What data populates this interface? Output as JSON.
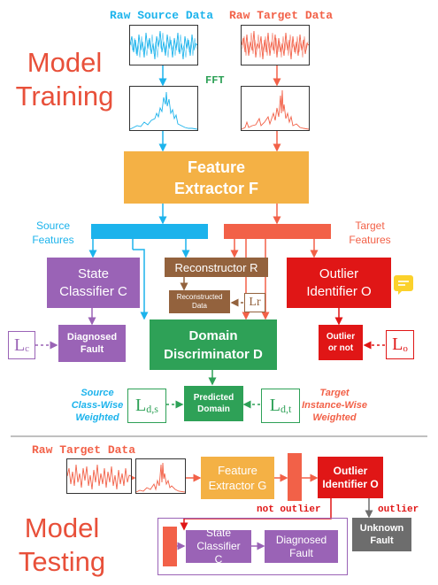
{
  "training": {
    "title_line1": "Model",
    "title_line2": "Training",
    "raw_source_label": "Raw Source Data",
    "raw_target_label": "Raw Target Data",
    "fft_label": "FFT",
    "feature_extractor": "Feature Extractor F",
    "source_features": "Source Features",
    "target_features": "Target Features",
    "state_classifier": "State Classifier C",
    "reconstructor": "Reconstructor R",
    "reconstructed_data": "Reconstructed Data",
    "outlier_identifier": "Outlier Identifier O",
    "diagnosed_fault": "Diagnosed Fault",
    "domain_discriminator": "Domain Discriminator D",
    "outlier_or_not": "Outlier or not",
    "predicted_domain": "Predicted Domain",
    "source_weighted": "Source Class-Wise Weighted",
    "target_weighted": "Target Instance-Wise Weighted",
    "loss_c": "L",
    "loss_c_sub": "c",
    "loss_r": "Lr",
    "loss_o": "L",
    "loss_o_sub": "o",
    "loss_ds": "L",
    "loss_ds_sub": "d,s",
    "loss_dt": "L",
    "loss_dt_sub": "d,t"
  },
  "testing": {
    "title_line1": "Model",
    "title_line2": "Testing",
    "raw_target_label": "Raw Target Data",
    "feature_extractor": "Feature Extractor G",
    "outlier_identifier": "Outlier Identifier O",
    "not_outlier": "not outlier",
    "outlier": "outlier",
    "unknown_fault": "Unknown Fault",
    "state_classifier": "State Classifier C",
    "diagnosed_fault": "Diagnosed Fault"
  },
  "colors": {
    "source": "#1cb3ec",
    "target": "#f26148",
    "feature": "#f4b145",
    "classifier": "#9a63b6",
    "reconstructor": "#93623d",
    "outlier": "#e01616",
    "discriminator": "#2ea157",
    "unknown": "#6d6d6d",
    "title": "#e8503a"
  },
  "icons": {
    "comment": "chat-bubble-icon"
  }
}
